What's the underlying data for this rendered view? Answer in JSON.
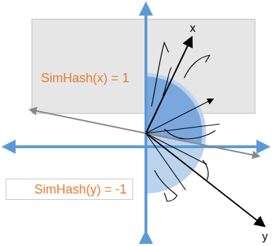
{
  "diagram": {
    "nodes": [
      {
        "text": [
          "SimHash(y) = -1"
        ]
      }
    ],
    "labels": [
      "SimHash(x) = 1",
      "x",
      "y"
    ]
  }
}
